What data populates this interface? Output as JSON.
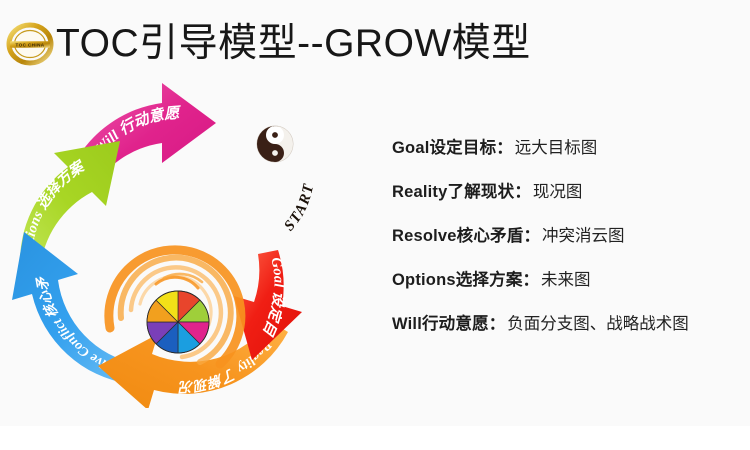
{
  "slide": {
    "title": "TOC引导模型--GROW模型",
    "background_color": "#fafafa",
    "logo": {
      "name": "toc-china-logo",
      "text": "TOC CHINA",
      "ring_color": "#d8a518",
      "inner_color": "#fbf3d2"
    }
  },
  "diagram": {
    "type": "cycle",
    "center": {
      "swirl_color": "#f7931e",
      "wheel_segments": [
        "#e8452c",
        "#9fcf3a",
        "#2e9b4e",
        "#1b5fbf",
        "#7a3fb8",
        "#e0238c",
        "#f2a01e",
        "#f2e018"
      ],
      "start_marker": {
        "label": "START",
        "symbol": "yin-yang"
      }
    },
    "steps": [
      {
        "key": "goal",
        "en": "Goal",
        "cn": "设定目标",
        "label": "Goal 设定目标",
        "color": "#f01e14",
        "position": "right"
      },
      {
        "key": "reality",
        "en": "Reality",
        "cn": "了解现况",
        "label": "Reality 了解现况",
        "color": "#f7941e",
        "position": "bottom"
      },
      {
        "key": "resolve",
        "en": "Resolve Conflict",
        "cn": "核心矛盾",
        "label": "Resolve Conflict 核心矛盾",
        "color": "#33a0ee",
        "position": "bottom-left"
      },
      {
        "key": "options",
        "en": "Options",
        "cn": "选择方案",
        "label": "Options 选择方案",
        "color": "#a8d624",
        "position": "left"
      },
      {
        "key": "will",
        "en": "Will",
        "cn": "行动意愿",
        "label": "Will 行动意愿",
        "color": "#e0238c",
        "position": "top"
      }
    ]
  },
  "bullets": [
    {
      "label": "Goal设定目标",
      "sep": "：",
      "value": "远大目标图"
    },
    {
      "label": "Reality了解现状",
      "sep": "：",
      "value": "现况图"
    },
    {
      "label": "Resolve核心矛盾",
      "sep": "：",
      "value": "冲突消云图"
    },
    {
      "label": "Options选择方案",
      "sep": "：",
      "value": "未来图"
    },
    {
      "label": "Will行动意愿",
      "sep": "：",
      "value": "负面分支图、战略战术图"
    }
  ]
}
